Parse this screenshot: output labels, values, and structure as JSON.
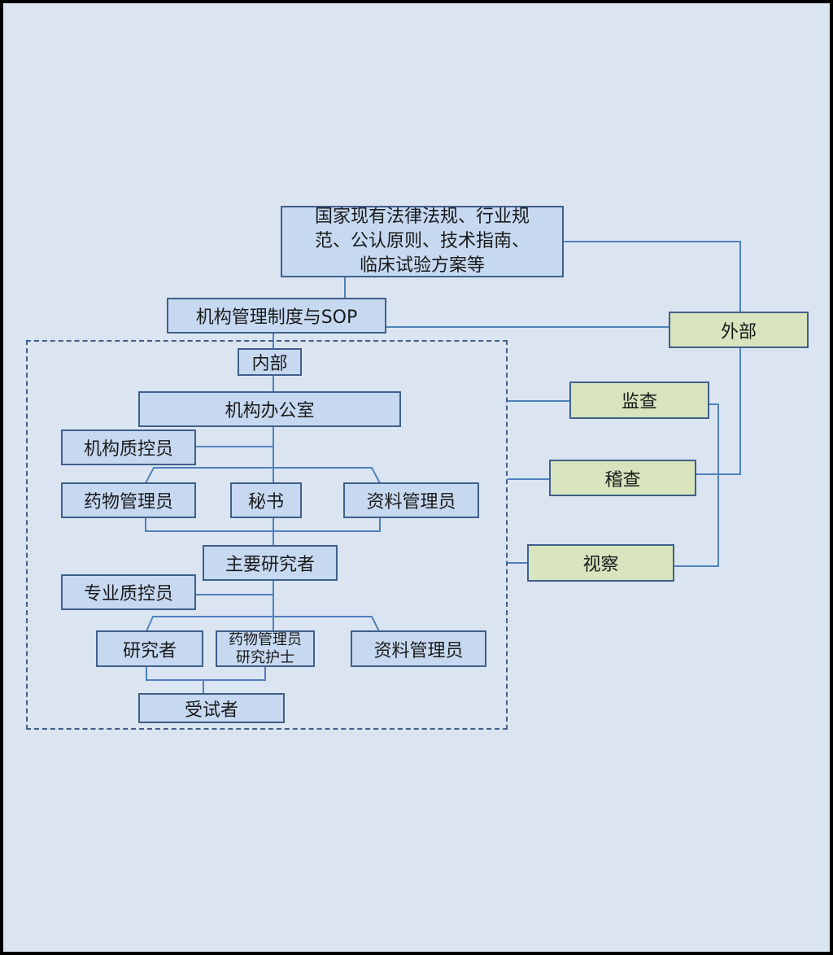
{
  "nodes": {
    "laws": "国家现有法律法规、行业规\n范、公认原则、技术指南、\n临床试验方案等",
    "sop": "机构管理制度与SOP",
    "internal": "内部",
    "office": "机构办公室",
    "inst_qc": "机构质控员",
    "drug_admin_1": "药物管理员",
    "secretary": "秘书",
    "doc_admin_1": "资料管理员",
    "pi": "主要研究者",
    "spec_qc": "专业质控员",
    "investigator": "研究者",
    "drug_nurse": "药物管理员\n研究护士",
    "doc_admin_2": "资料管理员",
    "subject": "受试者",
    "external": "外部",
    "monitoring": "监查",
    "audit": "稽查",
    "inspection": "视察"
  },
  "colors": {
    "background": "#dbe5f1",
    "internal_box_fill": "#c6d9f1",
    "external_box_fill": "#d7e4bd",
    "border": "#3f5f8a",
    "connector": "#4f81bd",
    "frame": "#000000"
  }
}
